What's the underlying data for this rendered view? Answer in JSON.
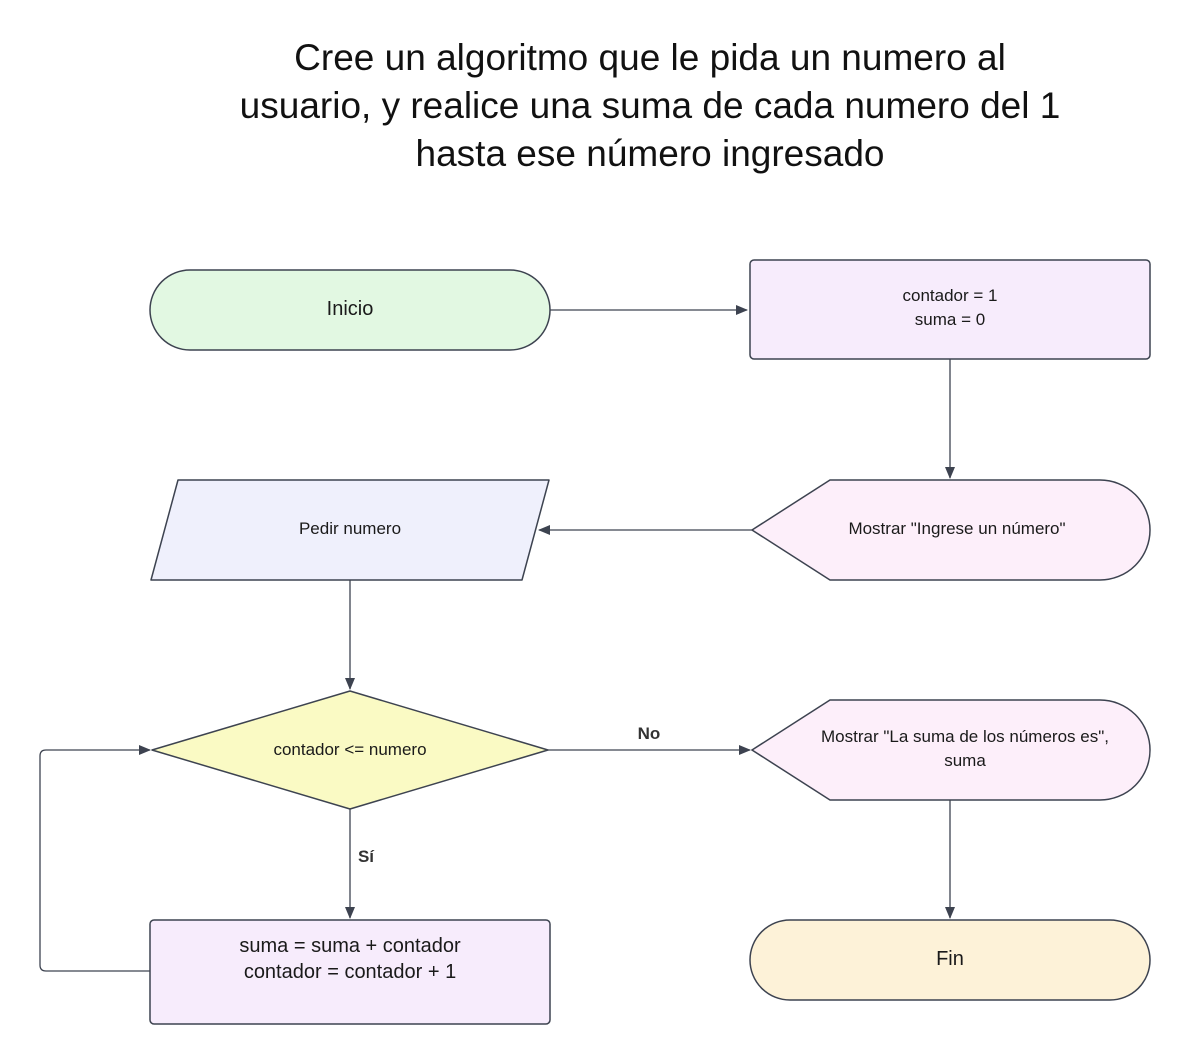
{
  "title": {
    "lines": [
      "Cree un algoritmo que le pida un numero al",
      "usuario, y realice una suma de cada numero del 1",
      "hasta ese número ingresado"
    ]
  },
  "nodes": {
    "inicio": {
      "lines": [
        "Inicio"
      ],
      "fill": "#e2f8e2"
    },
    "init_vars": {
      "lines": [
        "contador = 1",
        "suma = 0"
      ],
      "fill": "#f7ecfc"
    },
    "mostrar_ingrese": {
      "lines": [
        "Mostrar \"Ingrese un número\""
      ],
      "fill": "#fdeffa"
    },
    "pedir_numero": {
      "lines": [
        "Pedir numero"
      ],
      "fill": "#eff0fc"
    },
    "decision": {
      "lines": [
        "contador <= numero"
      ],
      "fill": "#fafac4"
    },
    "mostrar_suma": {
      "lines": [
        "Mostrar \"La suma de los números es\",",
        "suma"
      ],
      "fill": "#fdeffa"
    },
    "proceso_suma": {
      "lines": [
        "suma = suma + contador",
        "contador = contador + 1"
      ],
      "fill": "#f7ecfc"
    },
    "fin": {
      "lines": [
        "Fin"
      ],
      "fill": "#fdf2d8"
    }
  },
  "edges": {
    "no_label": "No",
    "si_label": "Sí"
  },
  "colors": {
    "stroke": "#3d4350",
    "text": "#1a1a1a"
  }
}
